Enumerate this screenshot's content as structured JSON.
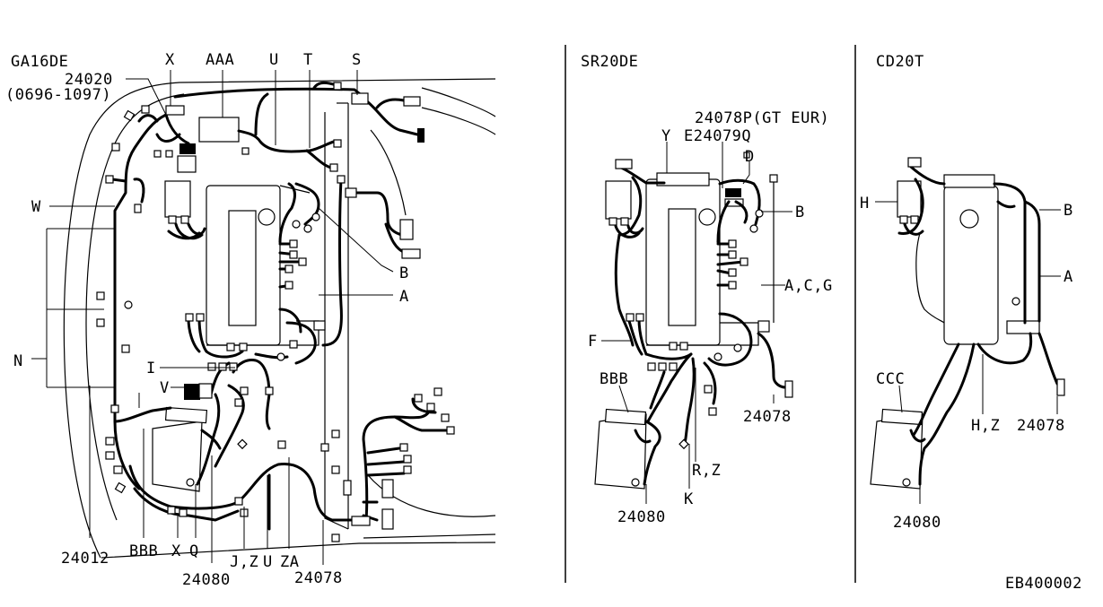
{
  "panels": {
    "left_title": "GA16DE",
    "left_sub1": "24020",
    "left_sub2": "(0696-1097)",
    "mid_title": "SR20DE",
    "right_title": "CD20T"
  },
  "labels_left": {
    "X_top": "X",
    "AAA": "AAA",
    "U_top": "U",
    "T": "T",
    "S": "S",
    "W": "W",
    "N": "N",
    "I": "I",
    "V": "V",
    "B": "B",
    "A": "A",
    "24012": "24012",
    "BBB": "BBB",
    "X_bot": "X",
    "Q": "Q",
    "24080": "24080",
    "JZ": "J,Z",
    "U_bot": "U",
    "ZA": "ZA",
    "24078": "24078"
  },
  "labels_mid": {
    "24078P": "24078P(GT EUR)",
    "Y": "Y",
    "E24079Q": "E24079Q",
    "D": "D",
    "B": "B",
    "ACG": "A,C,G",
    "F": "F",
    "BBB": "BBB",
    "24078": "24078",
    "RZ": "R,Z",
    "K": "K",
    "24080": "24080"
  },
  "labels_right": {
    "H": "H",
    "B": "B",
    "A": "A",
    "CCC": "CCC",
    "HZ": "H,Z",
    "24078": "24078",
    "24080": "24080"
  },
  "figure_code": "EB400002"
}
